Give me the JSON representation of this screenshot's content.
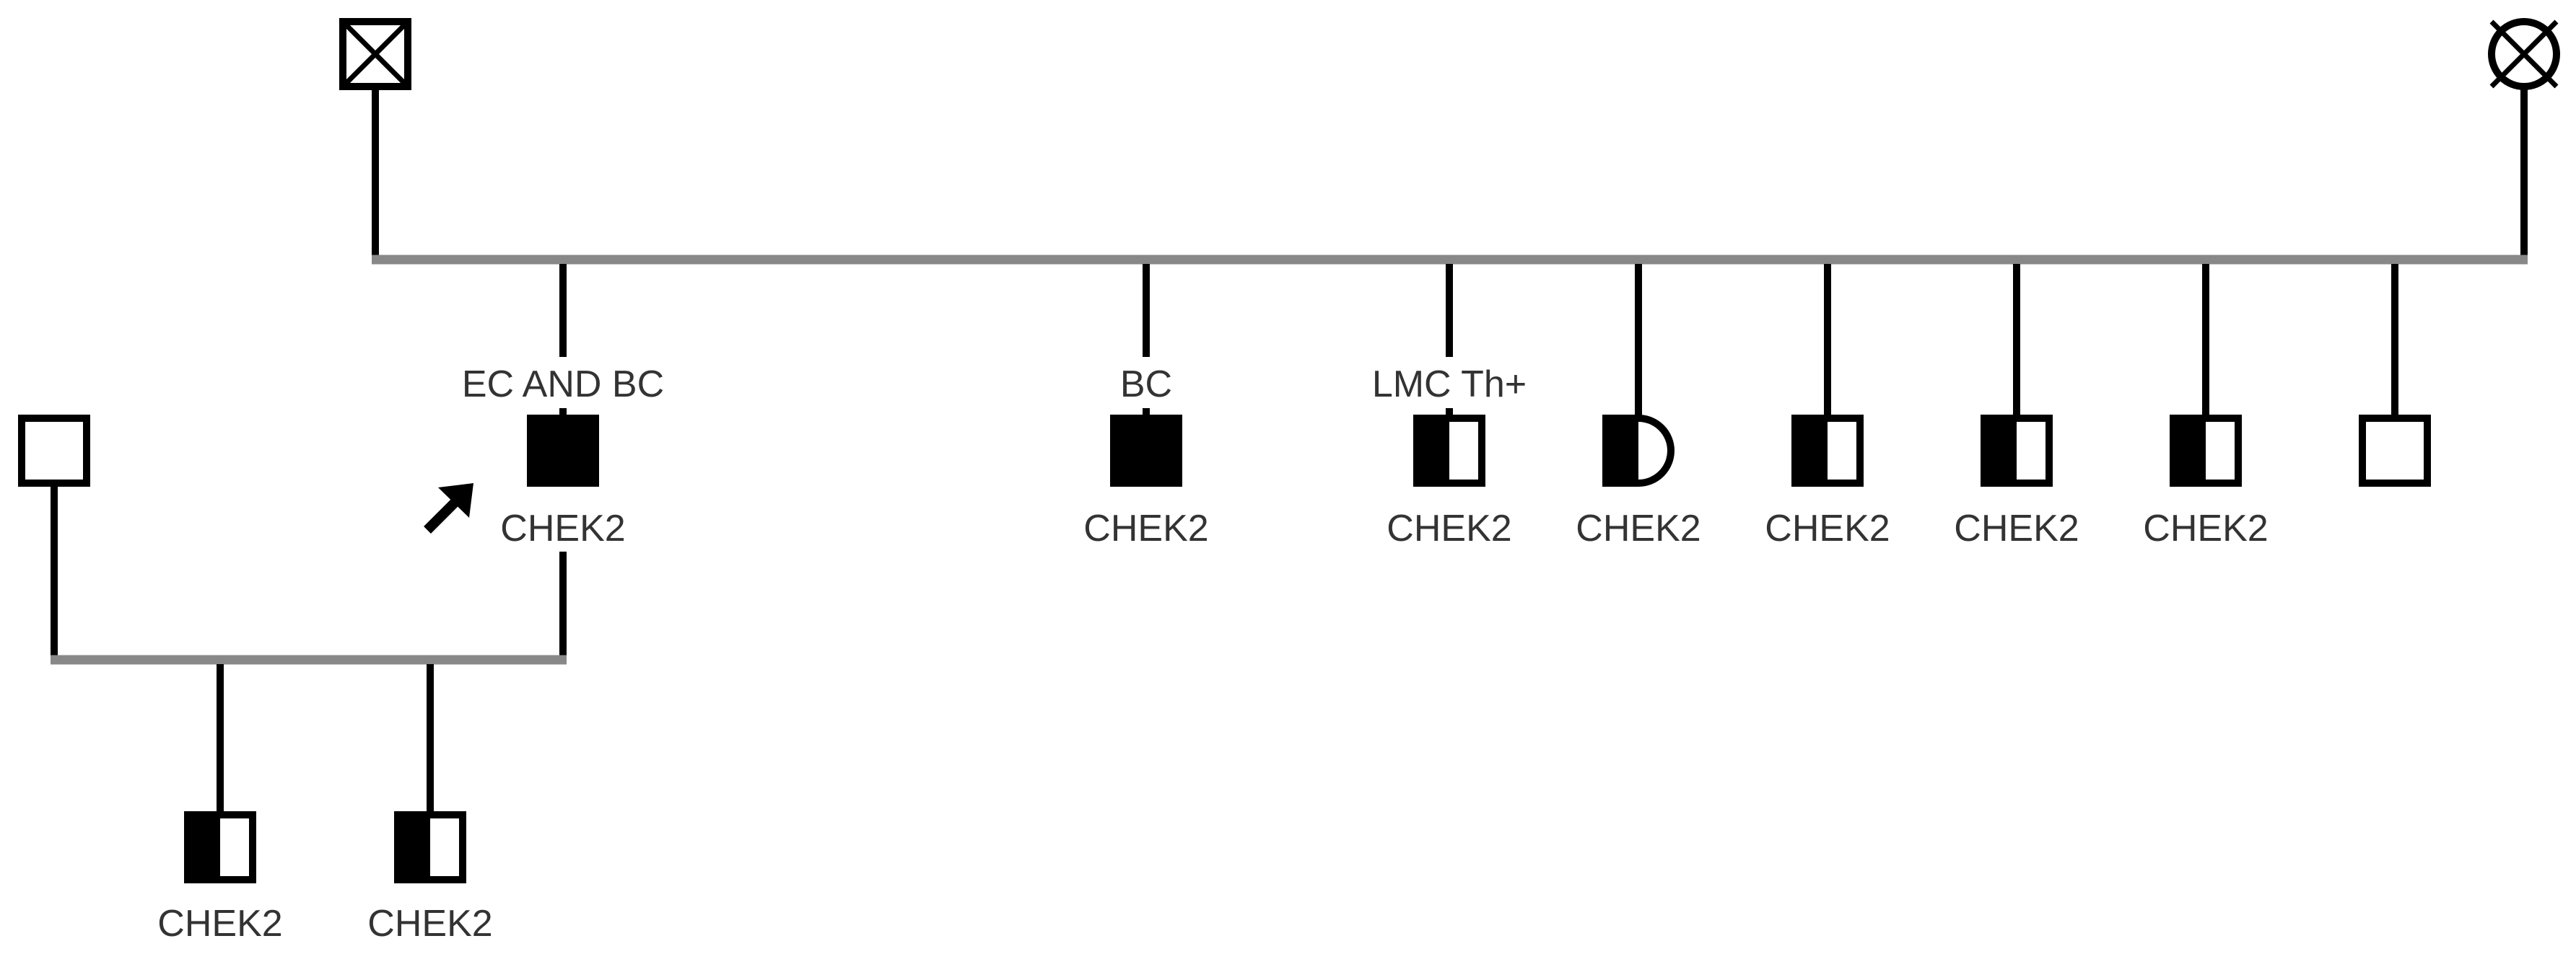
{
  "individuals": {
    "grandfather": {
      "sex": "male",
      "status": "deceased",
      "label": ""
    },
    "grandmother": {
      "sex": "female",
      "status": "deceased",
      "label": ""
    },
    "proband": {
      "sex": "male",
      "affected": "full",
      "condition": "EC AND BC",
      "gene": "CHEK2",
      "proband": true
    },
    "proband_spouse": {
      "sex": "male",
      "affected": "none",
      "label": ""
    },
    "sibling_bc": {
      "sex": "male",
      "affected": "full",
      "condition": "BC",
      "gene": "CHEK2"
    },
    "sibling_lmc": {
      "sex": "male",
      "affected": "half",
      "condition": "LMC Th+",
      "gene": "CHEK2"
    },
    "sibling_female": {
      "sex": "female",
      "affected": "half",
      "gene": "CHEK2"
    },
    "sibling_5": {
      "sex": "male",
      "affected": "half",
      "gene": "CHEK2"
    },
    "sibling_6": {
      "sex": "male",
      "affected": "half",
      "gene": "CHEK2"
    },
    "sibling_7": {
      "sex": "male",
      "affected": "half",
      "gene": "CHEK2"
    },
    "sibling_8": {
      "sex": "male",
      "affected": "none",
      "label": ""
    },
    "child_1": {
      "sex": "male",
      "affected": "half",
      "gene": "CHEK2"
    },
    "child_2": {
      "sex": "male",
      "affected": "half",
      "gene": "CHEK2"
    }
  },
  "proband_arrow": "proband-arrow-icon"
}
